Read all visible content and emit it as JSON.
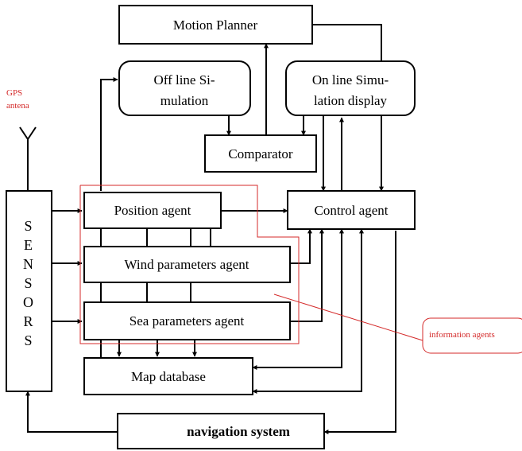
{
  "gps": {
    "line1": "GPS",
    "line2": "antena"
  },
  "motion_planner": "Motion Planner",
  "offline_sim": {
    "line1": "Off line Si-",
    "line2": "mulation"
  },
  "online_sim": {
    "line1": "On line Simu-",
    "line2": "lation display"
  },
  "comparator": "Comparator",
  "sensors": {
    "letters": [
      "S",
      "E",
      "N",
      "S",
      "O",
      "R",
      "S"
    ]
  },
  "position_agent": "Position  agent",
  "control_agent": "Control agent",
  "wind_agent": "Wind parameters  agent",
  "sea_agent": "Sea parameters  agent",
  "map_database": "Map database",
  "navigation_system": "navigation system",
  "info_agents": "information agents",
  "colors": {
    "annotation": "#d42a2a",
    "stroke": "#000000"
  }
}
